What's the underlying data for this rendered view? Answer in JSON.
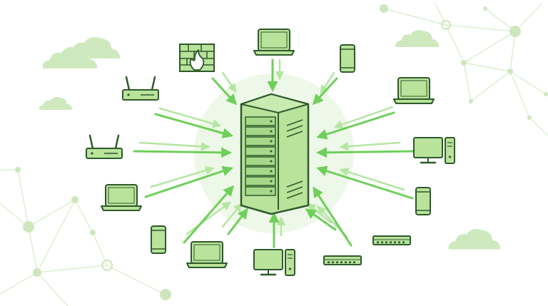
{
  "scene": {
    "subject": "network-server-hub",
    "central_node": "server-rack-icon",
    "connection_direction": "inbound",
    "devices": [
      {
        "id": "firewall",
        "icon": "firewall-icon"
      },
      {
        "id": "laptop-top",
        "icon": "laptop-icon"
      },
      {
        "id": "phone-top",
        "icon": "smartphone-icon"
      },
      {
        "id": "router-upper",
        "icon": "router-icon"
      },
      {
        "id": "laptop-right",
        "icon": "laptop-icon"
      },
      {
        "id": "router-mid",
        "icon": "router-icon"
      },
      {
        "id": "desktop-right",
        "icon": "desktop-computer-icon"
      },
      {
        "id": "laptop-left",
        "icon": "laptop-icon"
      },
      {
        "id": "phone-right",
        "icon": "smartphone-icon"
      },
      {
        "id": "phone-bottom-left",
        "icon": "smartphone-icon"
      },
      {
        "id": "laptop-bottom",
        "icon": "laptop-icon"
      },
      {
        "id": "desktop-bottom",
        "icon": "desktop-computer-icon"
      },
      {
        "id": "switch-bottom",
        "icon": "network-switch-icon"
      },
      {
        "id": "switch-right",
        "icon": "network-switch-icon"
      }
    ],
    "decorations": [
      "cloud-icon",
      "network-mesh"
    ]
  },
  "colors": {
    "outline": "#2f5a2b",
    "fill": "#b9e39b",
    "arrow_strong": "#6fcf5b",
    "arrow_light": "#b4e6a2",
    "glow": "#eef8e8",
    "cloud": "#cfe9bf",
    "mesh": "#d7ecc9"
  }
}
